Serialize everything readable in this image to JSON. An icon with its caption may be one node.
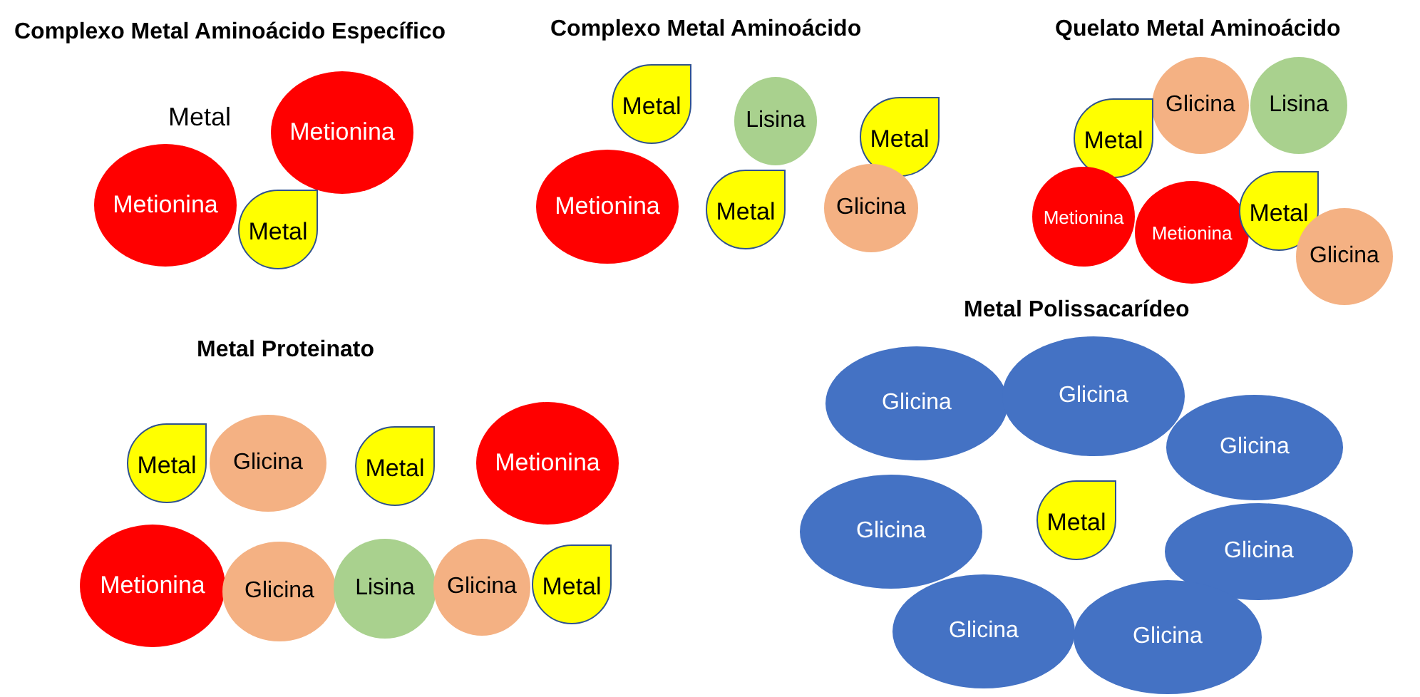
{
  "diagram": {
    "nodes": [
      {
        "text": [
          "Metionina"
        ]
      },
      {
        "text": [
          "Metionina"
        ]
      },
      {
        "text": [
          "Metal"
        ]
      },
      {
        "text": [
          "Metal"
        ]
      },
      {
        "text": [
          "Lisina"
        ]
      },
      {
        "text": [
          "Metal"
        ]
      },
      {
        "text": [
          "Metionina"
        ]
      },
      {
        "text": [
          "Metal"
        ]
      },
      {
        "text": [
          "Glicina"
        ]
      },
      {
        "text": [
          "Glicina"
        ]
      },
      {
        "text": [
          "Lisina"
        ]
      },
      {
        "text": [
          "Metal"
        ]
      },
      {
        "text": [
          "Metionina"
        ]
      },
      {
        "text": [
          "Metionina"
        ]
      },
      {
        "text": [
          "Metal"
        ]
      },
      {
        "text": [
          "Glicina"
        ]
      },
      {
        "text": [
          "Metal"
        ]
      },
      {
        "text": [
          "Glicina"
        ]
      },
      {
        "text": [
          "Metal"
        ]
      },
      {
        "text": [
          "Metionina"
        ]
      },
      {
        "text": [
          "Metionina"
        ]
      },
      {
        "text": [
          "Glicina"
        ]
      },
      {
        "text": [
          "Lisina"
        ]
      },
      {
        "text": [
          "Glicina"
        ]
      },
      {
        "text": [
          "Metal"
        ]
      },
      {
        "text": [
          "Glicina"
        ]
      },
      {
        "text": [
          "Glicina"
        ]
      },
      {
        "text": [
          "Glicina"
        ]
      },
      {
        "text": [
          "Glicina"
        ]
      },
      {
        "text": [
          "Metal"
        ]
      },
      {
        "text": [
          "Glicina"
        ]
      },
      {
        "text": [
          "Glicina"
        ]
      },
      {
        "text": [
          "Glicina"
        ]
      }
    ],
    "labels": [
      "Complexo Metal Aminoácido Específico",
      "Complexo Metal Aminoácido",
      "Quelato Metal Aminoácido",
      "Metal",
      "Metal Polissacarídeo",
      "Metal Proteinato"
    ]
  }
}
